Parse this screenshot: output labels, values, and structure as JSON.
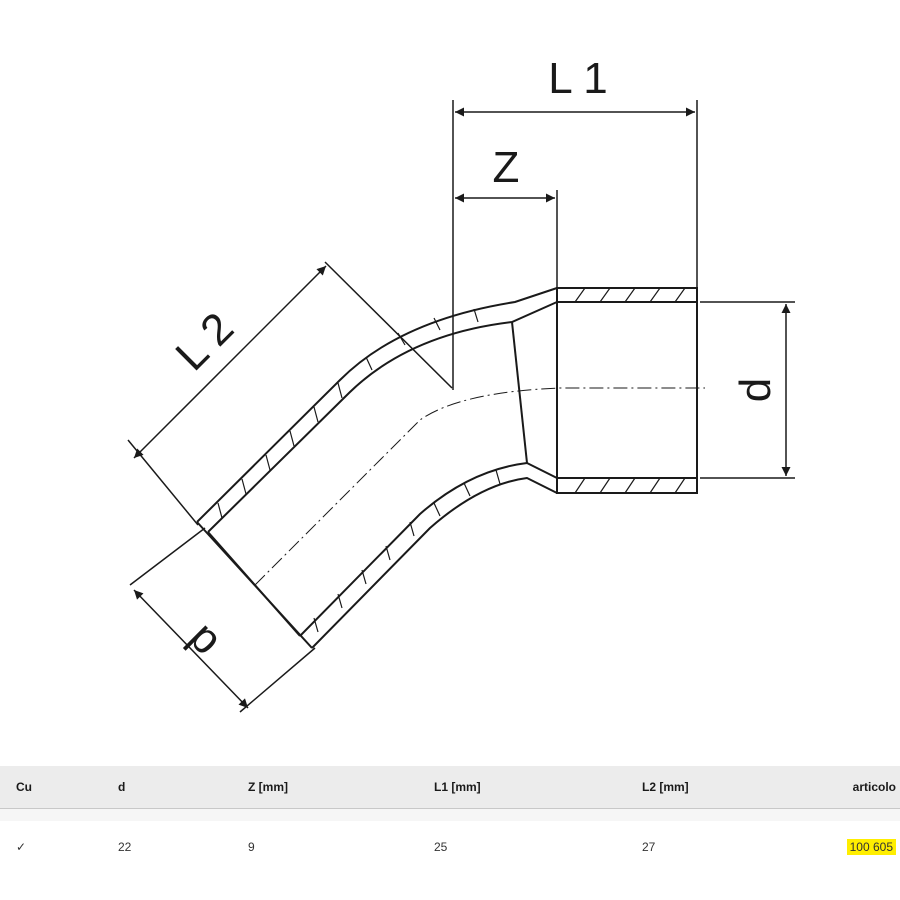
{
  "drawing": {
    "labels": {
      "l1": "L 1",
      "z": "Z",
      "l2": "L 2",
      "d_right": "d",
      "d_left": "d"
    }
  },
  "table": {
    "headers": [
      "Cu",
      "d",
      "Z [mm]",
      "L1 [mm]",
      "L2 [mm]",
      "articolo"
    ],
    "rows": [
      [
        "✓",
        "22",
        "9",
        "25",
        "27",
        "100 605"
      ]
    ],
    "highlight_color": "#ffee00"
  }
}
